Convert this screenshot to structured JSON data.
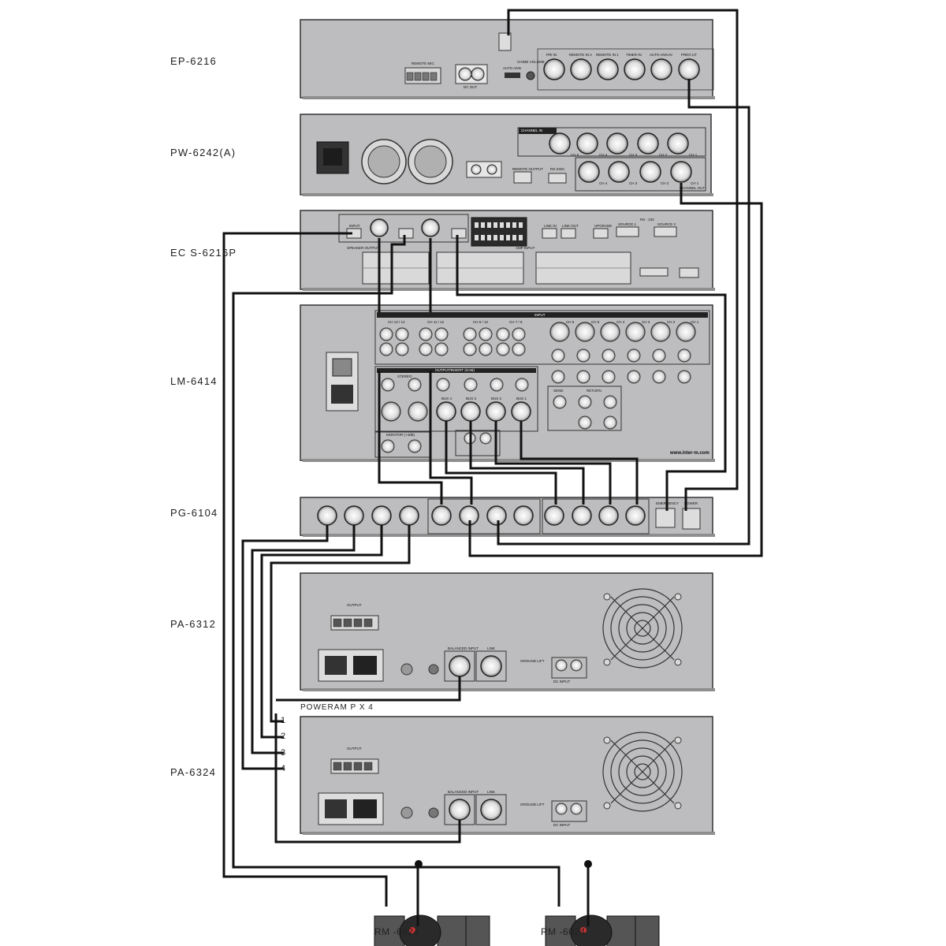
{
  "devices": [
    {
      "id": "ep6216",
      "label": "EP-6216"
    },
    {
      "id": "pw6242",
      "label": "PW-6242(A)"
    },
    {
      "id": "ecs6216p",
      "label": "EC S-6216P"
    },
    {
      "id": "lm6414",
      "label": "LM-6414"
    },
    {
      "id": "pg6104",
      "label": "PG-6104"
    },
    {
      "id": "pa6312",
      "label": "PA-6312"
    },
    {
      "id": "pa6324",
      "label": "PA-6324"
    }
  ],
  "ep6216_panel": {
    "remote_mic": "REMOTE MIC",
    "dc_out": "DC OUT",
    "auto_ann": "AUTO ANN",
    "chime_volume": "CHIME VOLUME",
    "jacks": [
      "PRI IN",
      "REMOTE IN 2",
      "REMOTE IN 1",
      "TIMER IN",
      "AUTO ANN IN",
      "PREO UT"
    ]
  },
  "pw6242_panel": {
    "channel_in": "CHANNEL IN",
    "channel_out": "CHANNEL OUT",
    "remote_output": "REMOTE OUTPUT",
    "rs232c": "RS-232C",
    "in_channels": [
      "CH 5",
      "CH 4",
      "CH 3",
      "CH 2",
      "CH 1"
    ],
    "out_channels": [
      "CH 4",
      "CH 3",
      "CH 2",
      "CH 1"
    ]
  },
  "ecs_panel": {
    "speaker_output": "SPEAKER OUTPUT",
    "input": "INPUT",
    "amp_input": "AMP INPUT",
    "link_in": "LINK IN",
    "link_out": "LINK OUT",
    "upgrade": "UPGRADE",
    "rs232": "RS - 232",
    "source1": "SOURCE 1",
    "source2": "SOURCE 2"
  },
  "lm_panel": {
    "input": "INPUT",
    "output_insert": "OUTPUT/INSERT (GAB)",
    "monitor": "MONITOR (+4dB)",
    "send": "SEND",
    "return": "RETURN",
    "url": "www.inter-m.com",
    "groups": [
      "CH 13 / 14",
      "CH 11 / 12",
      "CH 9 / 10",
      "CH 7 / 8"
    ],
    "mics": [
      "CH 6",
      "CH 5",
      "CH 4",
      "CH 3",
      "CH 2",
      "CH 1"
    ],
    "buses": [
      "BUS 4",
      "BUS 3",
      "BUS 2",
      "BUS 1"
    ],
    "stereo": "STEREO"
  },
  "pg_panel": {
    "emergency": "EMERGENCY",
    "power": "POWER"
  },
  "pa_panel": {
    "output": "OUTPUT",
    "balanced_input": "BALANCED INPUT",
    "link": "LINK",
    "ground_lift": "GROUND LIFT",
    "dc_input": "DC INPUT"
  },
  "poweramp": {
    "title": "POWERAM P X 4",
    "numbers": [
      "1",
      "2",
      "3",
      "4"
    ]
  },
  "remotes": [
    {
      "label": "RM -6024"
    },
    {
      "label": "RM -6024"
    }
  ],
  "colors": {
    "panel": "#bdbdbf",
    "cable": "#111111",
    "connector": "#e6e6e6"
  }
}
